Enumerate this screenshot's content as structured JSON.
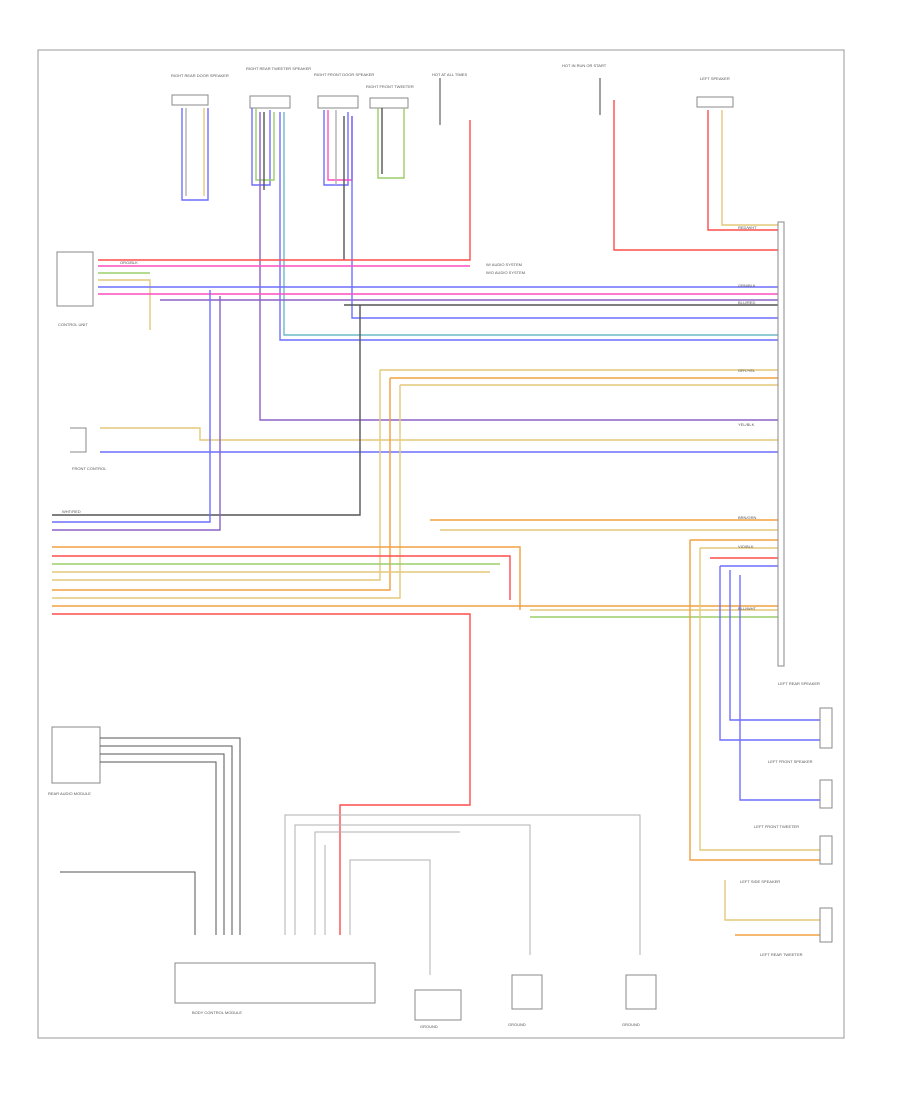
{
  "components": {
    "right_rear_speaker": "RIGHT REAR DOOR SPEAKER",
    "right_rear_tweeter": "RIGHT REAR TWEETER SPEAKER",
    "right_front_speaker": "RIGHT FRONT DOOR SPEAKER",
    "right_front_tweeter": "RIGHT FRONT TWEETER",
    "left_speaker_top": "LEFT SPEAKER",
    "control_unit": "CONTROL UNIT",
    "front_control": "FRONT CONTROL",
    "rear_module": "REAR AUDIO MODULE",
    "left_rear_speaker": "LEFT REAR SPEAKER",
    "left_front_speaker": "LEFT FRONT SPEAKER",
    "left_front_tweeter": "LEFT FRONT TWEETER",
    "left_rear_tweeter": "LEFT REAR TWEETER",
    "left_side_speaker": "LEFT SIDE SPEAKER",
    "ground_1": "GROUND",
    "ground_2": "GROUND",
    "ground_3": "GROUND",
    "bottom_module": "BODY CONTROL MODULE"
  },
  "wire_labels": [
    "RED/WHT",
    "GRN/BLK",
    "BLU/RED",
    "GRY/YEL",
    "YEL/BLK",
    "BRN/GRN",
    "VIO/BLK",
    "BLU/WHT",
    "ORG/BLK",
    "WHT/RED"
  ],
  "notes": {
    "note_1": "HOT AT ALL TIMES",
    "note_2": "HOT IN RUN OR START",
    "ref_1": "W/ AUDIO SYSTEM",
    "ref_2": "W/O AUDIO SYSTEM"
  },
  "colors": {
    "red": "#ff4d4d",
    "pink": "#ff4fbf",
    "blue": "#6f6fff",
    "violet": "#8a62c8",
    "green": "#9acd6a",
    "yellow": "#e3c97a",
    "orange": "#f0a040",
    "gray": "#b0b0b0",
    "dark": "#555555",
    "cyan": "#6fb8c8"
  }
}
